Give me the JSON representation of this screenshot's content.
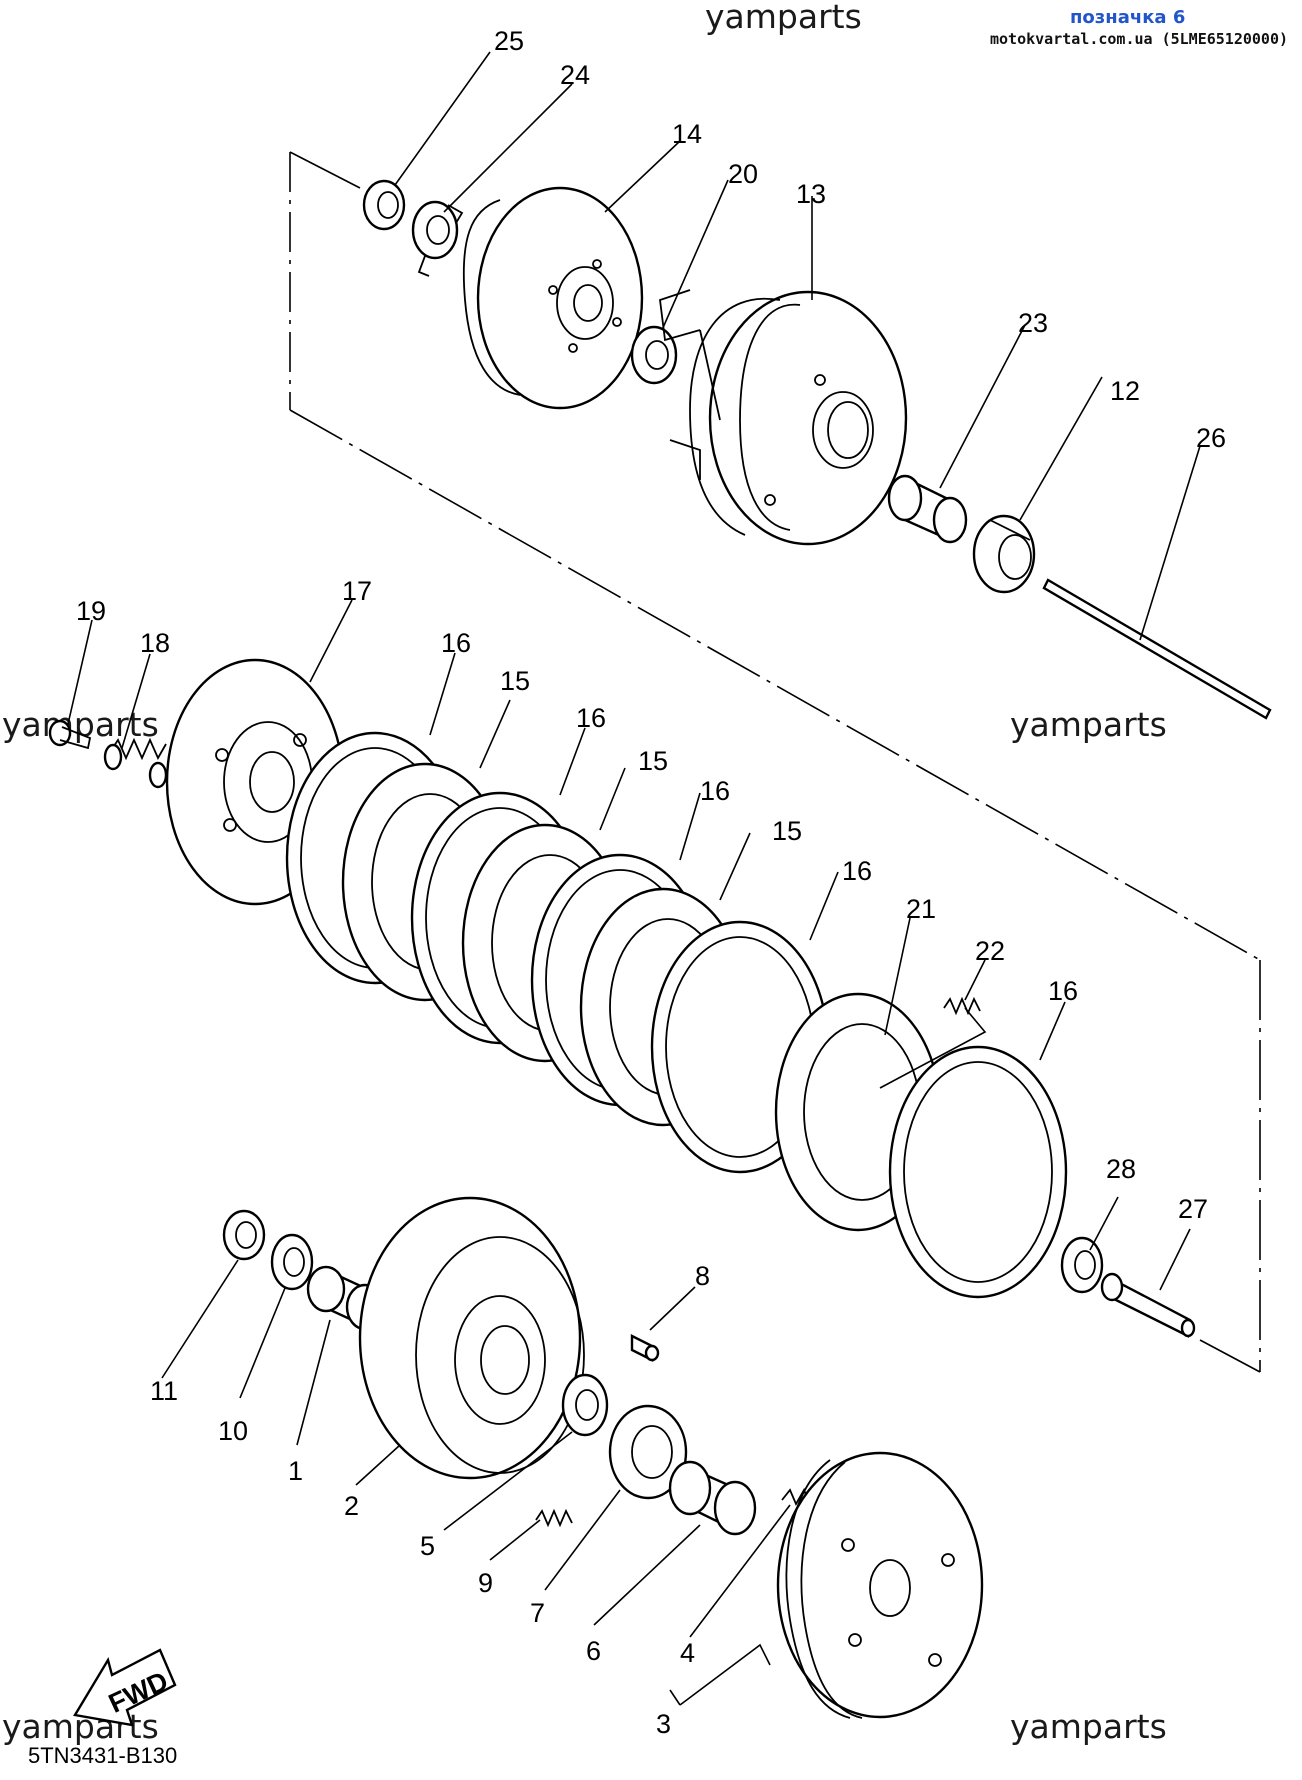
{
  "header": {
    "designation": "позначка 6",
    "site_ref": "motokvartal.com.ua (5LME65120000)"
  },
  "watermarks": [
    "yamparts",
    "yamparts",
    "yamparts",
    "yamparts",
    "yamparts",
    "yamparts"
  ],
  "diagram_code": "5TN3431-B130",
  "fwd_label": "FWD",
  "callouts": [
    {
      "id": "25",
      "text": "25"
    },
    {
      "id": "24",
      "text": "24"
    },
    {
      "id": "14",
      "text": "14"
    },
    {
      "id": "20",
      "text": "20"
    },
    {
      "id": "13",
      "text": "13"
    },
    {
      "id": "23",
      "text": "23"
    },
    {
      "id": "12",
      "text": "12"
    },
    {
      "id": "26",
      "text": "26"
    },
    {
      "id": "19",
      "text": "19"
    },
    {
      "id": "18",
      "text": "18"
    },
    {
      "id": "17",
      "text": "17"
    },
    {
      "id": "16a",
      "text": "16"
    },
    {
      "id": "15a",
      "text": "15"
    },
    {
      "id": "16b",
      "text": "16"
    },
    {
      "id": "15b",
      "text": "15"
    },
    {
      "id": "16c",
      "text": "16"
    },
    {
      "id": "15c",
      "text": "15"
    },
    {
      "id": "16d",
      "text": "16"
    },
    {
      "id": "21",
      "text": "21"
    },
    {
      "id": "22",
      "text": "22"
    },
    {
      "id": "16e",
      "text": "16"
    },
    {
      "id": "28",
      "text": "28"
    },
    {
      "id": "27",
      "text": "27"
    },
    {
      "id": "8",
      "text": "8"
    },
    {
      "id": "11",
      "text": "11"
    },
    {
      "id": "10",
      "text": "10"
    },
    {
      "id": "1",
      "text": "1"
    },
    {
      "id": "2",
      "text": "2"
    },
    {
      "id": "5",
      "text": "5"
    },
    {
      "id": "9",
      "text": "9"
    },
    {
      "id": "7",
      "text": "7"
    },
    {
      "id": "6",
      "text": "6"
    },
    {
      "id": "4",
      "text": "4"
    },
    {
      "id": "3",
      "text": "3"
    }
  ]
}
